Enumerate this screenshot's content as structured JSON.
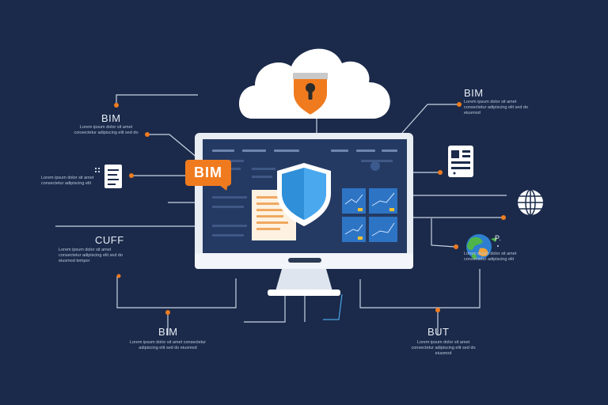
{
  "colors": {
    "background": "#1b2a4a",
    "accent": "#f07b1f",
    "shield": "#2f8fd8",
    "cloud": "#ffffff",
    "screen": "#243a63"
  },
  "icons": [
    "cloud-icon",
    "padlock-shield-icon",
    "security-shield-icon",
    "document-icon",
    "globe-icon",
    "server-icon",
    "earth-icon"
  ],
  "badge": {
    "label": "BIM"
  },
  "labels": {
    "top_left": "BIM",
    "top_right": "BIM",
    "mid_left": "CUFF",
    "bottom_left": "BIM",
    "bottom_right": "BUT",
    "right_globe": "P."
  },
  "captions": {
    "top_left": "Lorem ipsum dolor sit amet consectetur adipiscing elit sed do",
    "doc_left": "Lorem ipsum dolor sit amet consectetur adipiscing elit",
    "mid_left": "Lorem ipsum dolor sit amet consectetur adipiscing elit sed do eiusmod tempor",
    "top_right": "Lorem ipsum dolor sit amet consectetur adipiscing elit sed do eiusmod",
    "right_globe": "Lorem ipsum dolor sit amet consectetur adipiscing elit",
    "bottom_left": "Lorem ipsum dolor sit amet consectetur adipiscing elit sed do eiusmod",
    "bottom_right": "Lorem ipsum dolor sit amet consectetur adipiscing elit sed do eiusmod"
  }
}
